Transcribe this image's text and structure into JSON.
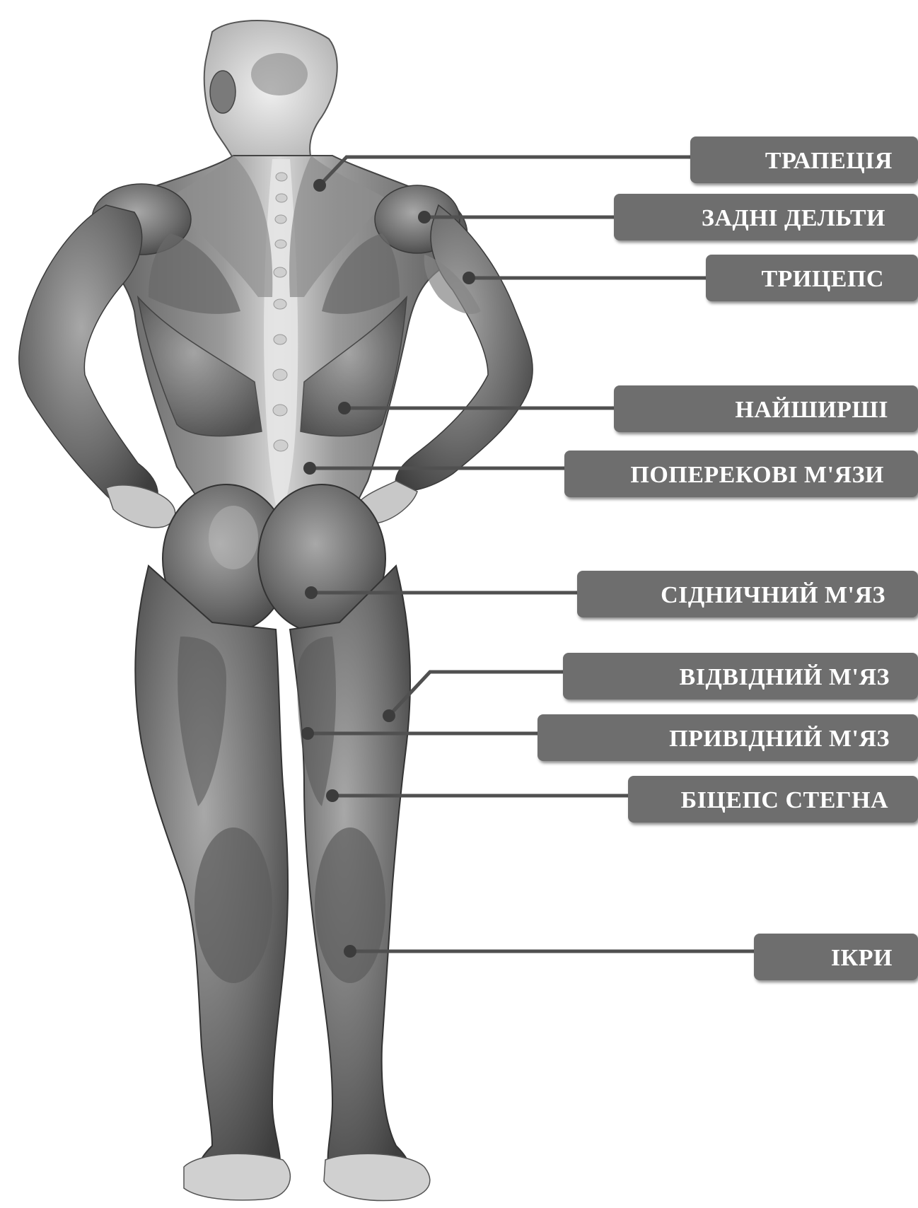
{
  "colors": {
    "label_fill": "#6e6e6e",
    "label_text": "#ffffff",
    "leader_line": "#505050",
    "body_light": "#d2d2d2",
    "body_mid": "#8c8c8c",
    "body_dark": "#4a4a4a"
  },
  "labels": [
    {
      "id": "trapezius",
      "text": "ТРАПЕЦІЯ"
    },
    {
      "id": "rear-delts",
      "text": "ЗАДНІ ДЕЛЬТИ"
    },
    {
      "id": "triceps",
      "text": "ТРИЦЕПС"
    },
    {
      "id": "lats",
      "text": "НАЙШИРШІ"
    },
    {
      "id": "lower-back",
      "text": "ПОПЕРЕКОВІ  М'ЯЗИ"
    },
    {
      "id": "glutes",
      "text": "СІДНИЧНИЙ М'ЯЗ"
    },
    {
      "id": "abductor",
      "text": "ВІДВІДНИЙ М'ЯЗ"
    },
    {
      "id": "adductor",
      "text": "ПРИВІДНИЙ М'ЯЗ"
    },
    {
      "id": "hamstrings",
      "text": "БІЦЕПС СТЕГНА"
    },
    {
      "id": "calves",
      "text": "ІКРИ"
    }
  ]
}
